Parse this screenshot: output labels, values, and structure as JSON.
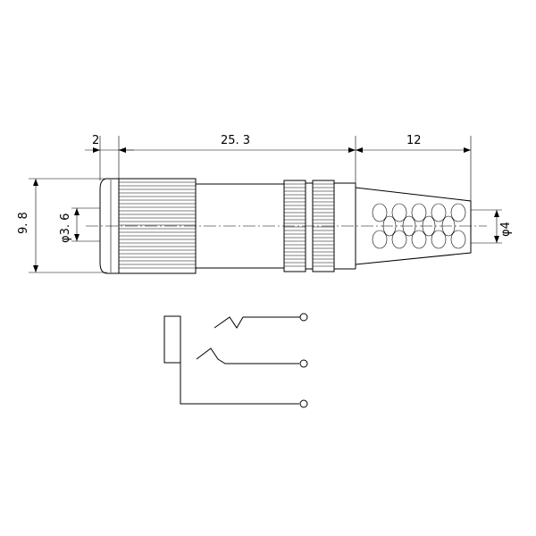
{
  "dimensions": {
    "segment_a": "2",
    "segment_b": "25. 3",
    "segment_c": "12",
    "body_diameter": "9. 8",
    "bore_diameter": "φ3. 6",
    "cable_diameter": "φ4"
  },
  "schematic": {
    "terminals": 3
  }
}
